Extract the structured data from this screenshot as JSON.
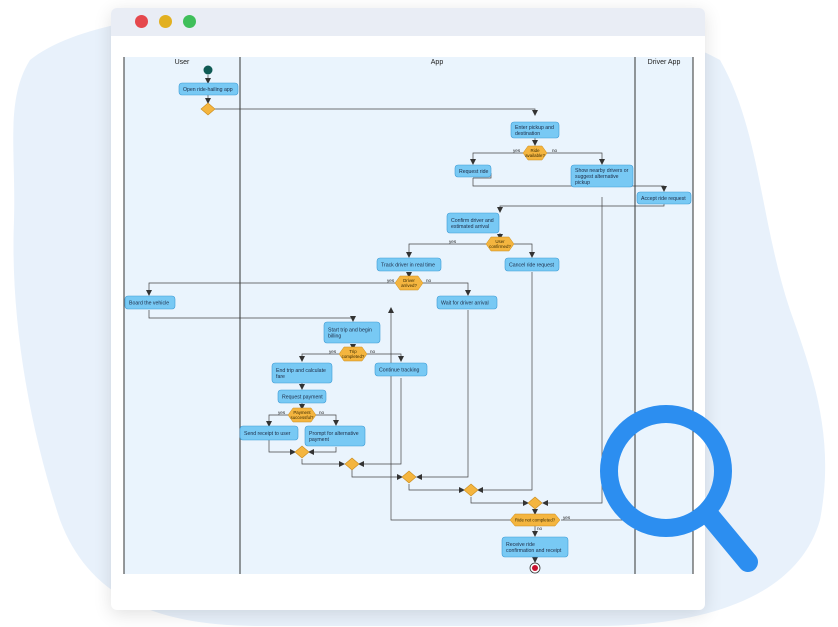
{
  "window": {
    "buttons": [
      {
        "name": "close",
        "color": "#e5484d"
      },
      {
        "name": "minimize",
        "color": "#e2b020"
      },
      {
        "name": "maximize",
        "color": "#3fbf5a"
      }
    ]
  },
  "colors": {
    "node_fill": "#78c9f4",
    "node_stroke": "#3d9bd6",
    "decision_fill": "#f4b53f",
    "lane_bg": "#eaf4fd",
    "magnifier": "#2c8ef0",
    "start_node": "#0f5a54",
    "end_node": "#c8102e"
  },
  "lanes": [
    {
      "id": "user",
      "label": "User"
    },
    {
      "id": "app",
      "label": "App"
    },
    {
      "id": "driver",
      "label": "Driver App"
    }
  ],
  "nodes": {
    "open_app": [
      "Open ride-hailing app"
    ],
    "enter_pickup": [
      "Enter pickup and",
      "destination"
    ],
    "request_ride": [
      "Request ride"
    ],
    "show_nearby": [
      "Show nearby drivers or",
      "suggest alternative",
      "pickup"
    ],
    "accept_request": [
      "Accept ride request"
    ],
    "confirm_driver": [
      "Confirm driver and",
      "estimated arrival"
    ],
    "track_driver": [
      "Track driver in real time"
    ],
    "cancel_request": [
      "Cancel ride request"
    ],
    "board_vehicle": [
      "Board the vehicle"
    ],
    "wait_driver": [
      "Wait for driver arrival"
    ],
    "start_trip": [
      "Start trip and begin",
      "billing"
    ],
    "end_trip": [
      "End trip and calculate",
      "fare"
    ],
    "continue_tracking": [
      "Continue tracking"
    ],
    "request_payment": [
      "Request payment"
    ],
    "send_receipt": [
      "Send receipt to user"
    ],
    "prompt_payment": [
      "Prompt for alternative",
      "payment"
    ],
    "receive_confirmation": [
      "Receive ride",
      "confirmation and receipt"
    ]
  },
  "decisions": {
    "ride_available": [
      "Ride",
      "available?"
    ],
    "user_confirmed": [
      "User",
      "confirmed?"
    ],
    "driver_arrived": [
      "Driver",
      "arrived?"
    ],
    "trip_completed": [
      "Trip",
      "completed?"
    ],
    "payment_successful": [
      "Payment",
      "successful?"
    ],
    "ride_not_completed": [
      "Ride not completed?"
    ]
  },
  "edge_labels": {
    "yes": "yes",
    "no": "no"
  }
}
